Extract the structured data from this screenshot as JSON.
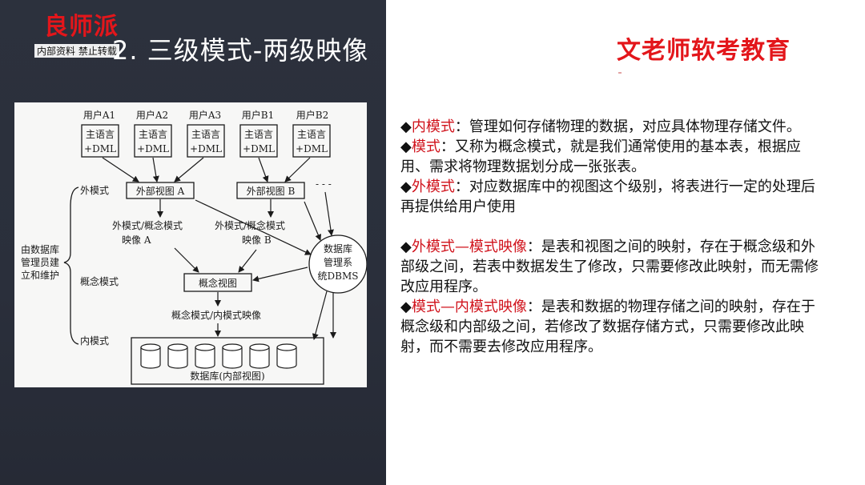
{
  "brand": {
    "logo_text": "良师派",
    "watermark": "内部资料 禁止转载"
  },
  "slide": {
    "title": "2. 三级模式-两级映像"
  },
  "header": {
    "right_title": "文老师软考教育"
  },
  "diagram": {
    "users": [
      "用户A1",
      "用户A2",
      "用户A3",
      "用户B1",
      "用户B2"
    ],
    "host_lang_line1": "主语言",
    "host_lang_line2": "+DML",
    "external_view_a": "外部视图 A",
    "external_view_b": "外部视图 B",
    "label_external_schema": "外模式",
    "label_conceptual_schema": "概念模式",
    "label_internal_schema": "内模式",
    "mapping_a_line1": "外模式/概念模式",
    "mapping_a_line2": "映像 A",
    "mapping_b_line1": "外模式/概念模式",
    "mapping_b_line2": "映像 B",
    "conceptual_view": "概念视图",
    "conceptual_internal_mapping": "概念模式/内模式映像",
    "dbms_line1": "数据库",
    "dbms_line2": "管理系",
    "dbms_line3": "统DBMS",
    "dba_line1": "由数据库",
    "dba_line2": "管理员建",
    "dba_line3": "立和维护",
    "database_caption": "数据库(内部视图)",
    "dashes": "- - -"
  },
  "content": {
    "bullet_symbol": "◆",
    "items": [
      {
        "key": "内模式",
        "sep": "：",
        "text": "管理如何存储物理的数据，对应具体物理存储文件。"
      },
      {
        "key": "模式",
        "sep": "：",
        "text": "又称为概念模式，就是我们通常使用的基本表，根据应用、需求将物理数据划分成一张张表。"
      },
      {
        "key": "外模式",
        "sep": "：",
        "text": "对应数据库中的视图这个级别，将表进行一定的处理后再提供给用户使用"
      },
      {
        "key": "外模式—模式映像",
        "sep": "：",
        "text": "是表和视图之间的映射，存在于概念级和外部级之间，若表中数据发生了修改，只需要修改此映射，而无需修改应用程序。"
      },
      {
        "key": "模式—内模式映像",
        "sep": "：",
        "text": "是表和数据的物理存储之间的映射，存在于概念级和内部级之间，若修改了数据存储方式，只需要修改此映射，而不需要去修改应用程序。"
      }
    ]
  }
}
